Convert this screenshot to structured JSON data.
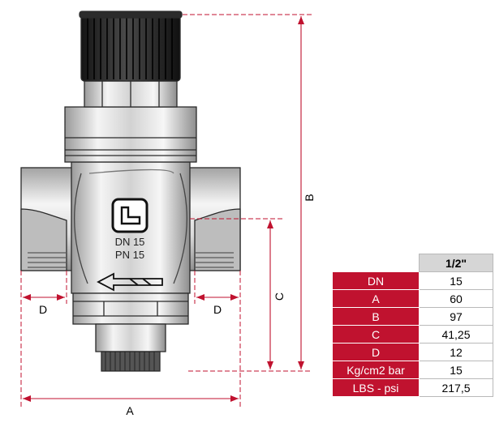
{
  "valve": {
    "dn_marking": "DN 15",
    "pn_marking": "PN 15",
    "logo_icon": "bent-pipe-logo-icon",
    "flow_arrow_icon": "flow-direction-arrow-icon"
  },
  "dimensions": {
    "a": "A",
    "b": "B",
    "c": "C",
    "d_left": "D",
    "d_right": "D",
    "line_color": "#c0122f"
  },
  "spec_table": {
    "size_header": "1/2\"",
    "label_color": "#c0122f",
    "rows": [
      {
        "label": "DN",
        "value": "15"
      },
      {
        "label": "A",
        "value": "60"
      },
      {
        "label": "B",
        "value": "97"
      },
      {
        "label": "C",
        "value": "41,25"
      },
      {
        "label": "D",
        "value": "12"
      },
      {
        "label": "Kg/cm2 bar",
        "value": "15"
      },
      {
        "label": "LBS - psi",
        "value": "217,5"
      }
    ]
  }
}
